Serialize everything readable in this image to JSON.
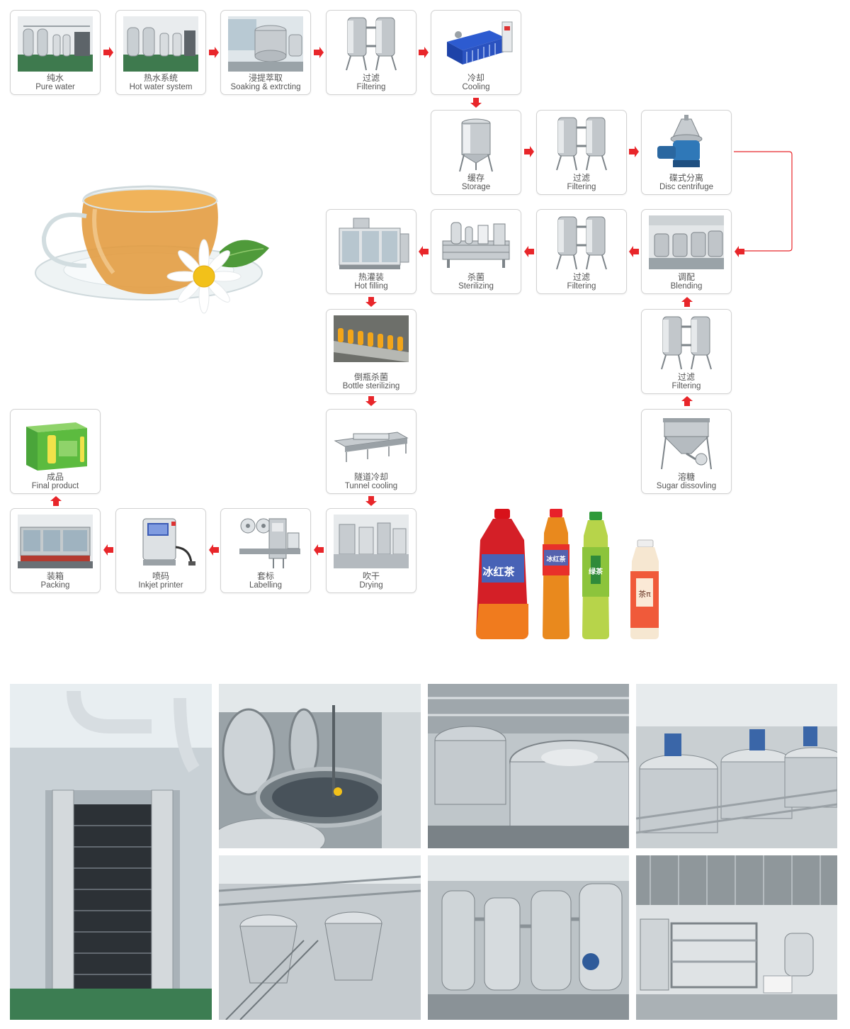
{
  "steps": [
    {
      "id": "pure-water",
      "zh": "纯水",
      "en": "Pure water",
      "icon": "water-plant-icon"
    },
    {
      "id": "hot-water",
      "zh": "热水系统",
      "en": "Hot water system",
      "icon": "hot-water-plant-icon"
    },
    {
      "id": "soaking",
      "zh": "浸提萃取",
      "en": "Soaking & extrcting",
      "icon": "extraction-tank-icon"
    },
    {
      "id": "filtering-1",
      "zh": "过滤",
      "en": "Filtering",
      "icon": "twin-filter-icon"
    },
    {
      "id": "cooling",
      "zh": "冷却",
      "en": "Cooling",
      "icon": "plate-cooler-icon"
    },
    {
      "id": "storage",
      "zh": "缓存",
      "en": "Storage",
      "icon": "storage-tank-icon"
    },
    {
      "id": "filtering-2",
      "zh": "过滤",
      "en": "Filtering",
      "icon": "twin-filter-icon"
    },
    {
      "id": "disc-centrifuge",
      "zh": "碟式分离",
      "en": "Disc centrifuge",
      "icon": "centrifuge-icon"
    },
    {
      "id": "hot-filling",
      "zh": "热灌装",
      "en": "Hot filling",
      "icon": "filling-machine-icon"
    },
    {
      "id": "sterilizing",
      "zh": "杀菌",
      "en": "Sterilizing",
      "icon": "sterilizer-icon"
    },
    {
      "id": "filtering-3",
      "zh": "过滤",
      "en": "Filtering",
      "icon": "twin-filter-icon"
    },
    {
      "id": "blending",
      "zh": "调配",
      "en": "Blending",
      "icon": "blending-tanks-icon"
    },
    {
      "id": "bottle-sterilizing",
      "zh": "倒瓶杀菌",
      "en": "Bottle sterilizing",
      "icon": "bottle-conveyor-icon"
    },
    {
      "id": "filtering-4",
      "zh": "过滤",
      "en": "Filtering",
      "icon": "twin-filter-icon"
    },
    {
      "id": "final-product",
      "zh": "成品",
      "en": "Final product",
      "icon": "product-box-icon"
    },
    {
      "id": "tunnel-cooling",
      "zh": "隧道冷却",
      "en": "Tunnel cooling",
      "icon": "tunnel-conveyor-icon"
    },
    {
      "id": "sugar-dissolving",
      "zh": "溶糖",
      "en": "Sugar dissovling",
      "icon": "sugar-tank-icon"
    },
    {
      "id": "packing",
      "zh": "装箱",
      "en": "Packing",
      "icon": "packing-machine-icon"
    },
    {
      "id": "inkjet",
      "zh": "喷码",
      "en": "Inkjet printer",
      "icon": "inkjet-printer-icon"
    },
    {
      "id": "labelling",
      "zh": "套标",
      "en": "Labelling",
      "icon": "sleeve-labeller-icon"
    },
    {
      "id": "drying",
      "zh": "吹干",
      "en": "Drying",
      "icon": "dryer-icon"
    }
  ],
  "edges": [
    [
      "pure-water",
      "hot-water"
    ],
    [
      "hot-water",
      "soaking"
    ],
    [
      "soaking",
      "filtering-1"
    ],
    [
      "filtering-1",
      "cooling"
    ],
    [
      "cooling",
      "storage"
    ],
    [
      "storage",
      "filtering-2"
    ],
    [
      "filtering-2",
      "disc-centrifuge"
    ],
    [
      "disc-centrifuge",
      "blending"
    ],
    [
      "blending",
      "filtering-3"
    ],
    [
      "filtering-3",
      "sterilizing"
    ],
    [
      "sterilizing",
      "hot-filling"
    ],
    [
      "hot-filling",
      "bottle-sterilizing"
    ],
    [
      "bottle-sterilizing",
      "tunnel-cooling"
    ],
    [
      "tunnel-cooling",
      "drying"
    ],
    [
      "drying",
      "labelling"
    ],
    [
      "labelling",
      "inkjet"
    ],
    [
      "inkjet",
      "packing"
    ],
    [
      "packing",
      "final-product"
    ],
    [
      "sugar-dissolving",
      "filtering-4"
    ],
    [
      "filtering-4",
      "blending"
    ]
  ],
  "colors": {
    "arrow": "#e8262a",
    "box_border": "#d2d2d2",
    "label": "#555555",
    "tea": "#e39a3c",
    "steel": "#b9bec4"
  },
  "illustrations": {
    "tea_cup": "tea-cup-with-daisy",
    "bottles": [
      "black-tea-bottle-large",
      "black-tea-bottle",
      "green-tea-bottle",
      "milk-tea-bottle"
    ],
    "bottle_labels": [
      "冰红茶",
      "冰红茶",
      "绿茶",
      "茶π"
    ]
  },
  "photos": [
    "plate-heat-exchanger-photo",
    "extraction-tanks-photo",
    "jacketed-kettles-photo",
    "mixing-tanks-photo",
    "platform-tanks-photo",
    "evaporator-photo",
    "uht-sterilizer-photo"
  ]
}
